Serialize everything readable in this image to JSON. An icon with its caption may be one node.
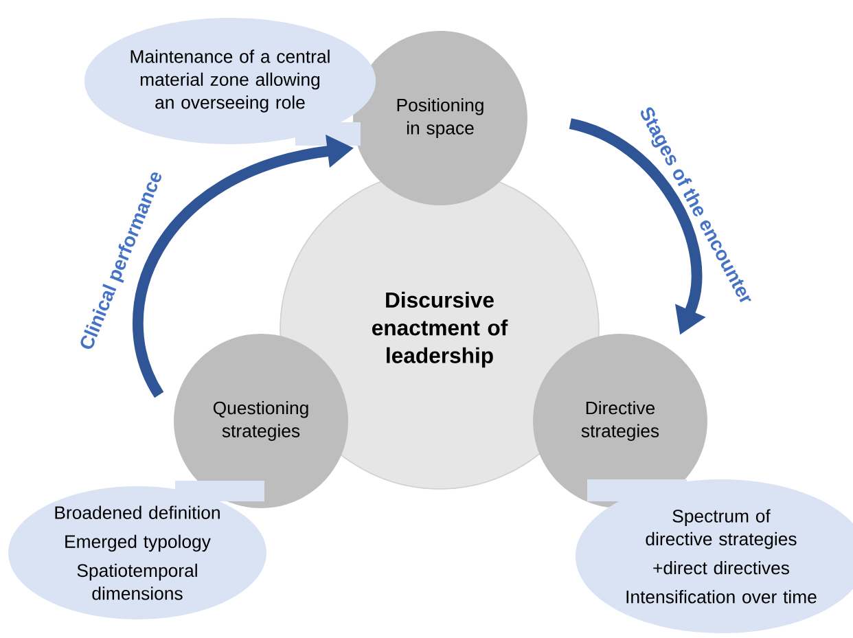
{
  "diagram": {
    "nodes": [
      {
        "text": [
          "Maintenance of a central material zone allowing an overseeing role"
        ]
      },
      {
        "text": [
          "Positioning in space"
        ]
      },
      {
        "text": [
          "Discursive enactment of leadership"
        ]
      },
      {
        "text": [
          "Questioning strategies"
        ]
      },
      {
        "text": [
          "Directive strategies"
        ]
      },
      {
        "text": [
          "Broadened definition",
          "Emerged typology",
          "Spatiotemporal dimensions"
        ]
      },
      {
        "text": [
          "Spectrum of directive strategies",
          "+direct directives",
          "Intensification over time"
        ]
      }
    ],
    "edges": [
      {
        "from": 3,
        "to": 1,
        "arrow": "to",
        "label": "Clinical performance"
      },
      {
        "from": 1,
        "to": 4,
        "arrow": "to",
        "label": "Stages of the encounter"
      }
    ]
  }
}
